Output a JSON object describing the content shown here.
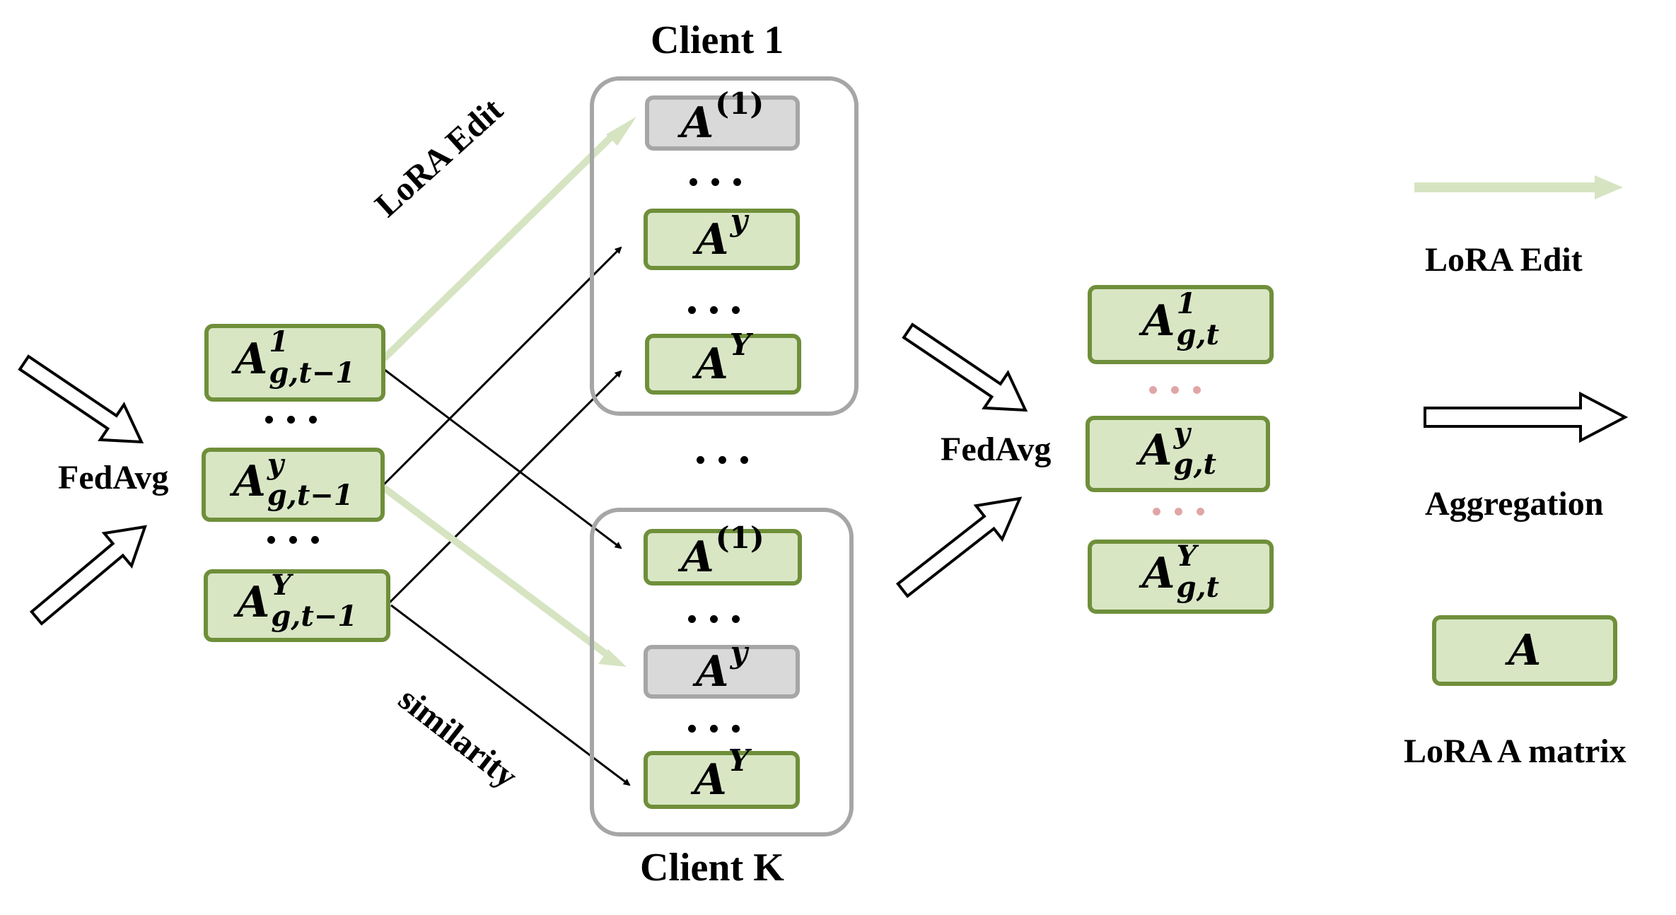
{
  "clients": {
    "first": "Client 1",
    "last": "Client K"
  },
  "labels": {
    "fedavg_left": "FedAvg",
    "fedavg_right": "FedAvg",
    "lora_edit_arrow": "LoRA Edit",
    "similarity_arrow": "similarity"
  },
  "matrix": {
    "base": "A",
    "one_sup": "(1)",
    "sup_1": "1",
    "sup_y": "y",
    "sup_Y": "Y",
    "sub_prev": "g,t−1",
    "sub_cur": "g,t"
  },
  "legend": {
    "lora_edit": "LoRA Edit",
    "aggregation": "Aggregation",
    "matrix_symbol": "A",
    "matrix": "LoRA A matrix"
  },
  "colors": {
    "matrix_fill": "#d8e6c4",
    "matrix_border": "#6f8f3a",
    "masked_fill": "#d9d9d9",
    "masked_border": "#a6a6a6",
    "client_border": "#a6a6a6",
    "lora_edit_arrow": "#d6e4c2",
    "similarity_arrow": "#000000",
    "separator_dots_right": "#e0a6a6"
  },
  "icons": {
    "aggregation": "hollow-arrow-icon",
    "lora_edit": "thick-arrow-icon",
    "similarity": "thin-arrow-icon"
  }
}
